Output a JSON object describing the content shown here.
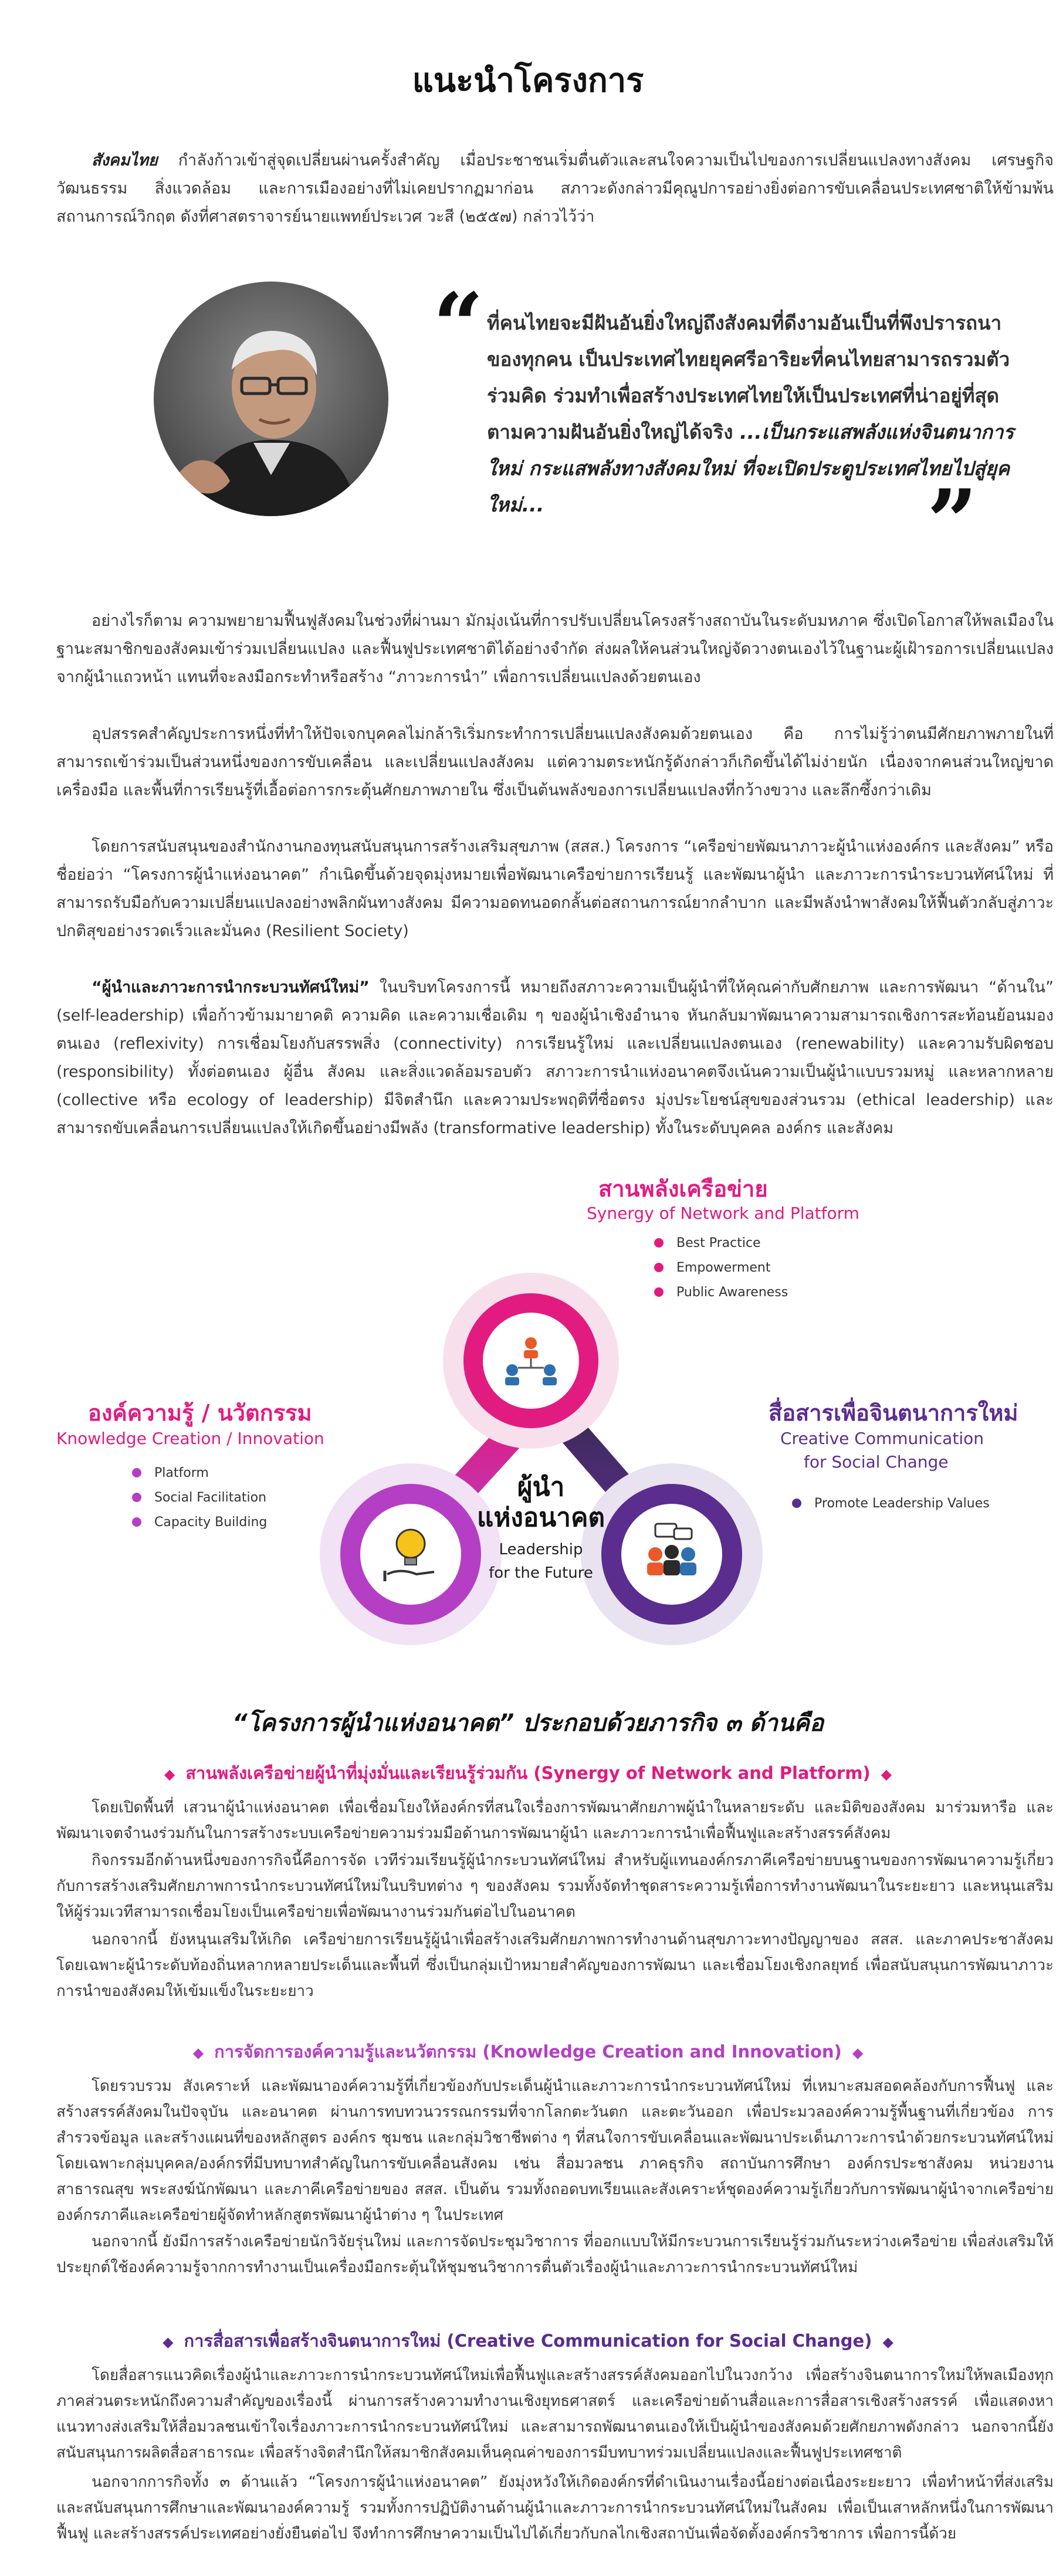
{
  "page_title": "แนะนำโครงการ",
  "intro": {
    "lead": "สังคมไทย",
    "text": " กำลังก้าวเข้าสู่จุดเปลี่ยนผ่านครั้งสำคัญ เมื่อประชาชนเริ่มตื่นตัวและสนใจความเป็นไปของการเปลี่ยนแปลงทางสังคม เศรษฐกิจ วัฒนธรรม สิ่งแวดล้อม และการเมืองอย่างที่ไม่เคยปรากฏมาก่อน สภาวะดังกล่าวมีคุณูปการอย่างยิ่งต่อการขับเคลื่อนประเทศชาติให้ข้ามพ้นสถานการณ์วิกฤต ดังที่ศาสตราจารย์นายแพทย์ประเวศ วะสี (๒๕๕๗) กล่าวไว้ว่า"
  },
  "quote": {
    "text": "ที่คนไทยจะมีฝันอันยิ่งใหญ่ถึงสังคมที่ดีงามอันเป็นที่พึงปรารถนาของทุกคน เป็นประเทศไทยยุคศรีอาริยะที่คนไทยสามารถรวมตัว ร่วมคิด ร่วมทำเพื่อสร้างประเทศไทยให้เป็นประเทศที่น่าอยู่ที่สุดตามความฝันอันยิ่งใหญ่ได้จริง",
    "emphasis": "...เป็นกระแสพลังแห่งจินตนาการใหม่ กระแสพลังทางสังคมใหม่ ที่จะเปิดประตูประเทศไทยไปสู่ยุคใหม่...",
    "open_mark": "“",
    "close_mark": "”"
  },
  "paragraphs": {
    "p1": "อย่างไรก็ตาม ความพยายามฟื้นฟูสังคมในช่วงที่ผ่านมา มักมุ่งเน้นที่การปรับเปลี่ยนโครงสร้างสถาบันในระดับมหภาค ซึ่งเปิดโอกาสให้พลเมืองในฐานะสมาชิกของสังคมเข้าร่วมเปลี่ยนแปลง และฟื้นฟูประเทศชาติได้อย่างจำกัด ส่งผลให้คนส่วนใหญ่จัดวางตนเองไว้ในฐานะผู้เฝ้ารอการเปลี่ยนแปลงจากผู้นำแถวหน้า แทนที่จะลงมือกระทำหรือสร้าง “ภาวะการนำ” เพื่อการเปลี่ยนแปลงด้วยตนเอง",
    "p2": "อุปสรรคสำคัญประการหนึ่งที่ทำให้ปัจเจกบุคคลไม่กล้าริเริ่มกระทำการเปลี่ยนแปลงสังคมด้วยตนเอง คือ การไม่รู้ว่าตนมีศักยภาพภายในที่สามารถเข้าร่วมเป็นส่วนหนึ่งของการขับเคลื่อน และเปลี่ยนแปลงสังคม แต่ความตระหนักรู้ดังกล่าวก็เกิดขึ้นได้ไม่ง่ายนัก เนื่องจากคนส่วนใหญ่ขาดเครื่องมือ และพื้นที่การเรียนรู้ที่เอื้อต่อการกระตุ้นศักยภาพภายใน ซึ่งเป็นต้นพลังของการเปลี่ยนแปลงที่กว้างขวาง และลึกซึ้งกว่าเดิม",
    "p3": "โดยการสนับสนุนของสำนักงานกองทุนสนับสนุนการสร้างเสริมสุขภาพ (สสส.) โครงการ “เครือข่ายพัฒนาภาวะผู้นำแห่งองค์กร และสังคม” หรือชื่อย่อว่า “โครงการผู้นำแห่งอนาคต” กำเนิดขึ้นด้วยจุดมุ่งหมายเพื่อพัฒนาเครือข่ายการเรียนรู้ และพัฒนาผู้นำ และภาวะการนำระบวนทัศน์ใหม่ ที่สามารถรับมือกับความเปลี่ยนแปลงอย่างพลิกผันทางสังคม มีความอดทนอดกลั้นต่อสถานการณ์ยากลำบาก และมีพลังนำพาสังคมให้ฟื้นตัวกลับสู่ภาวะปกติสุขอย่างรวดเร็วและมั่นคง (Resilient Society)",
    "p4_lead": "“ผู้นำและภาวะการนำกระบวนทัศน์ใหม่”",
    "p4": " ในบริบทโครงการนี้ หมายถึงสภาวะความเป็นผู้นำที่ให้คุณค่ากับศักยภาพ และการพัฒนา “ด้านใน” (self-leadership) เพื่อก้าวข้ามมายาคติ ความคิด และความเชื่อเดิม ๆ ของผู้นำเชิงอำนาจ หันกลับมาพัฒนาความสามารถเชิงการสะท้อนย้อนมองตนเอง (reflexivity) การเชื่อมโยงกับสรรพสิ่ง (connectivity) การเรียนรู้ใหม่ และเปลี่ยนแปลงตนเอง (renewability) และความรับผิดชอบ (responsibility) ทั้งต่อตนเอง ผู้อื่น สังคม และสิ่งแวดล้อมรอบตัว สภาวะการนำแห่งอนาคตจึงเน้นความเป็นผู้นำแบบรวมหมู่ และหลากหลาย (collective หรือ ecology of leadership) มีจิตสำนึก และความประพฤติที่ซื่อตรง มุ่งประโยชน์สุขของส่วนรวม (ethical leadership) และสามารถขับเคลื่อนการเปลี่ยนแปลงให้เกิดขึ้นอย่างมีพลัง (transformative leadership) ทั้งในระดับบุคคล องค์กร และสังคม"
  },
  "diagram": {
    "center": {
      "title_line1": "ผู้นำ",
      "title_line2": "แห่งอนาคต",
      "en_line1": "Leadership",
      "en_line2": "for the Future"
    },
    "top": {
      "title_th": "สานพลังเครือข่าย",
      "title_en": "Synergy of Network and Platform",
      "items": [
        "Best Practice",
        "Empowerment",
        "Public Awareness"
      ],
      "color": "#e11b80"
    },
    "left": {
      "title_th": "องค์ความรู้ / นวัตกรรม",
      "title_en": "Knowledge Creation / Innovation",
      "items": [
        "Platform",
        "Social Facilitation",
        "Capacity Building"
      ],
      "color": "#b43fc4"
    },
    "right": {
      "title_th": "สื่อสารเพื่อจินตนาการใหม่",
      "title_en1": "Creative Communication",
      "title_en2": "for Social Change",
      "items": [
        "Promote Leadership Values"
      ],
      "color": "#5b2d8e"
    }
  },
  "mission": {
    "title": "“โครงการผู้นำแห่งอนาคต” ประกอบด้วยภารกิจ ๓ ด้านคือ",
    "s1": {
      "heading": "สานพลังเครือข่ายผู้นำที่มุ่งมั่นและเรียนรู้ร่วมกัน (Synergy of Network and Platform)",
      "p1": "โดยเปิดพื้นที่ เสวนาผู้นำแห่งอนาคต เพื่อเชื่อมโยงให้องค์กรที่สนใจเรื่องการพัฒนาศักยภาพผู้นำในหลายระดับ และมิติของสังคม มาร่วมหารือ และพัฒนาเจตจำนงร่วมกันในการสร้างระบบเครือข่ายความร่วมมือด้านการพัฒนาผู้นำ และภาวะการนำเพื่อฟื้นฟูและสร้างสรรค์สังคม",
      "p2": "กิจกรรมอีกด้านหนึ่งของการกิจนี้คือการจัด เวทีร่วมเรียนรู้ผู้นำกระบวนทัศน์ใหม่ สำหรับผู้แทนองค์กรภาคีเครือข่ายบนฐานของการพัฒนาความรู้เกี่ยวกับการสร้างเสริมศักยภาพการนำกระบวนทัศน์ใหม่ในบริบทต่าง ๆ ของสังคม รวมทั้งจัดทำชุดสาระความรู้เพื่อการทำงานพัฒนาในระยะยาว และหนุนเสริมให้ผู้ร่วมเวทีสามารถเชื่อมโยงเป็นเครือข่ายเพื่อพัฒนางานร่วมกันต่อไปในอนาคต",
      "p3": "นอกจากนี้ ยังหนุนเสริมให้เกิด เครือข่ายการเรียนรู้ผู้นำเพื่อสร้างเสริมศักยภาพการทำงานด้านสุขภาวะทางปัญญาของ สสส. และภาคประชาสังคม โดยเฉพาะผู้นำระดับท้องถิ่นหลากหลายประเด็นและพื้นที่ ซึ่งเป็นกลุ่มเป้าหมายสำคัญของการพัฒนา และเชื่อมโยงเชิงกลยุทธ์ เพื่อสนับสนุนการพัฒนาภาวะการนำของสังคมให้เข้มแข็งในระยะยาว"
    },
    "s2": {
      "heading": "การจัดการองค์ความรู้และนวัตกรรม (Knowledge Creation and Innovation)",
      "p1": "โดยรวบรวม สังเคราะห์ และพัฒนาองค์ความรู้ที่เกี่ยวข้องกับประเด็นผู้นำและภาวะการนำกระบวนทัศน์ใหม่ ที่เหมาะสมสอดคล้องกับการฟื้นฟู และสร้างสรรค์สังคมในปัจจุบัน และอนาคต ผ่านการทบทวนวรรณกรรมที่จากโลกตะวันตก และตะวันออก เพื่อประมวลองค์ความรู้พื้นฐานที่เกี่ยวข้อง การสำรวจข้อมูล และสร้างแผนที่ของหลักสูตร องค์กร ชุมชน และกลุ่มวิชาชีพต่าง ๆ ที่สนใจการขับเคลื่อนและพัฒนาประเด็นภาวะการนำด้วยกระบวนทัศน์ใหม่ โดยเฉพาะกลุ่มบุคคล/องค์กรที่มีบทบาทสำคัญในการขับเคลื่อนสังคม เช่น สื่อมวลชน ภาคธุรกิจ สถาบันการศึกษา องค์กรประชาสังคม หน่วยงานสาธารณสุข พระสงฆ์นักพัฒนา และภาคีเครือข่ายของ สสส. เป็นต้น รวมทั้งถอดบทเรียนและสังเคราะห์ชุดองค์ความรู้เกี่ยวกับการพัฒนาผู้นำจากเครือข่ายองค์กรภาคีและเครือข่ายผู้จัดทำหลักสูตรพัฒนาผู้นำต่าง ๆ ในประเทศ",
      "p2": "นอกจากนี้ ยังมีการสร้างเครือข่ายนักวิจัยรุ่นใหม่ และการจัดประชุมวิชาการ ที่ออกแบบให้มีกระบวนการเรียนรู้ร่วมกันระหว่างเครือข่าย เพื่อส่งเสริมให้ประยุกต์ใช้องค์ความรู้จากการทำงานเป็นเครื่องมือกระตุ้นให้ชุมชนวิชาการตื่นตัวเรื่องผู้นำและภาวะการนำกระบวนทัศน์ใหม่"
    },
    "s3": {
      "heading": "การสื่อสารเพื่อสร้างจินตนาการใหม่ (Creative Communication for Social Change)",
      "p1": "โดยสื่อสารแนวคิดเรื่องผู้นำและภาวะการนำกระบวนทัศน์ใหม่เพื่อฟื้นฟูและสร้างสรรค์สังคมออกไปในวงกว้าง เพื่อสร้างจินตนาการใหม่ให้พลเมืองทุกภาคส่วนตระหนักถึงความสำคัญของเรื่องนี้ ผ่านการสร้างความทำงานเชิงยุทธศาสตร์ และเครือข่ายด้านสื่อและการสื่อสารเชิงสร้างสรรค์ เพื่อแสดงหาแนวทางส่งเสริมให้สื่อมวลชนเข้าใจเรื่องภาวะการนำกระบวนทัศน์ใหม่ และสามารถพัฒนาตนเองให้เป็นผู้นำของสังคมด้วยศักยภาพดังกล่าว นอกจากนี้ยังสนับสนุนการผลิตสื่อสาธารณะ เพื่อสร้างจิตสำนึกให้สมาชิกสังคมเห็นคุณค่าของการมีบทบาทร่วมเปลี่ยนแปลงและฟื้นฟูประเทศชาติ",
      "p2": "นอกจากการกิจทั้ง ๓ ด้านแล้ว “โครงการผู้นำแห่งอนาคต” ยังมุ่งหวังให้เกิดองค์กรที่ดำเนินงานเรื่องนี้อย่างต่อเนื่องระยะยาว เพื่อทำหน้าที่ส่งเสริม และสนับสนุนการศึกษาและพัฒนาองค์ความรู้ รวมทั้งการปฏิบัติงานด้านผู้นำและภาวะการนำกระบวนทัศน์ใหม่ในสังคม เพื่อเป็นเสาหลักหนึ่งในการพัฒนา ฟื้นฟู และสร้างสรรค์ประเทศอย่างยั่งยืนต่อไป จึงทำการศึกษาความเป็นไปได้เกี่ยวกับกลไกเชิงสถาบันเพื่อจัดตั้งองค์กรวิชาการ เพื่อการนี้ด้วย"
    }
  }
}
